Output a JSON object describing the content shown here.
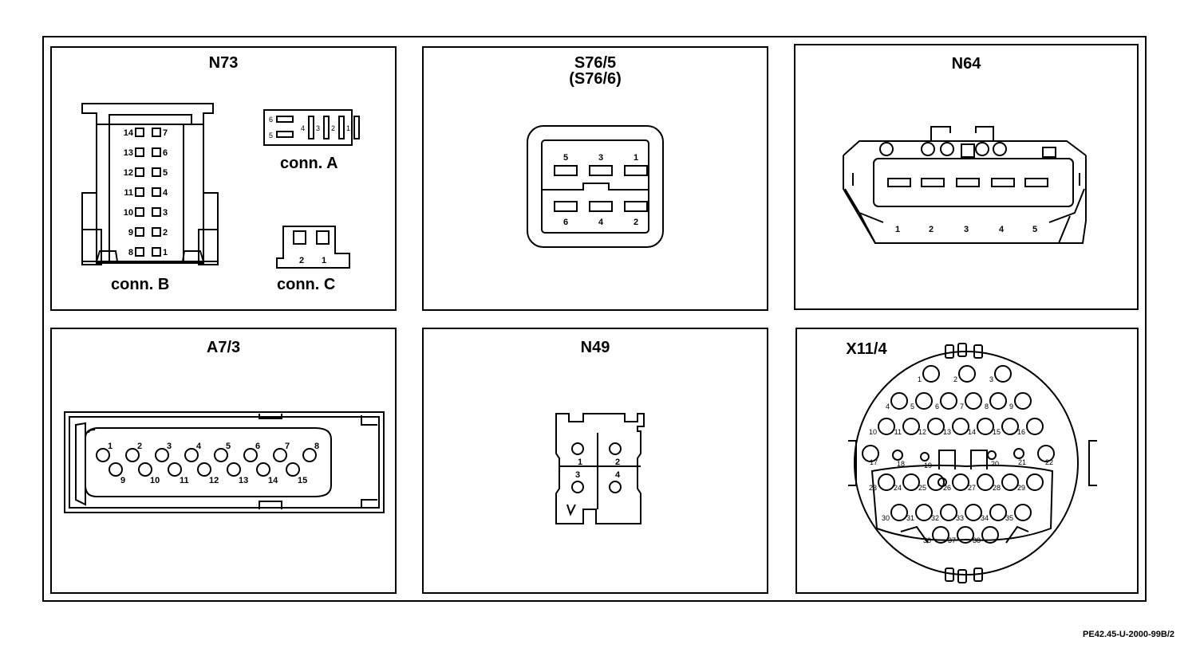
{
  "panels": {
    "n73": {
      "title": "N73",
      "conn_b_label": "conn. B",
      "conn_a_label": "conn. A",
      "conn_c_label": "conn. C",
      "conn_b_left_pins": [
        "14",
        "13",
        "12",
        "11",
        "10",
        "9",
        "8"
      ],
      "conn_b_right_pins": [
        "7",
        "6",
        "5",
        "4",
        "3",
        "2",
        "1"
      ],
      "conn_a_pins": [
        "6",
        "5",
        "4",
        "3",
        "2",
        "1"
      ],
      "conn_c_pins": [
        "2",
        "1"
      ]
    },
    "s76": {
      "title": "S76/5",
      "subtitle": "(S76/6)",
      "top_pins": [
        "5",
        "3",
        "1"
      ],
      "bottom_pins": [
        "6",
        "4",
        "2"
      ]
    },
    "n64": {
      "title": "N64",
      "pins": [
        "1",
        "2",
        "3",
        "4",
        "5"
      ]
    },
    "a73": {
      "title": "A7/3",
      "top_pins": [
        "1",
        "2",
        "3",
        "4",
        "5",
        "6",
        "7",
        "8"
      ],
      "bottom_pins": [
        "9",
        "10",
        "11",
        "12",
        "13",
        "14",
        "15"
      ]
    },
    "n49": {
      "title": "N49",
      "pins": [
        "1",
        "2",
        "3",
        "4"
      ]
    },
    "x114": {
      "title": "X11/4",
      "pin_count": 38
    }
  },
  "footer": {
    "reference": "PE42.45-U-2000-99B/2"
  }
}
